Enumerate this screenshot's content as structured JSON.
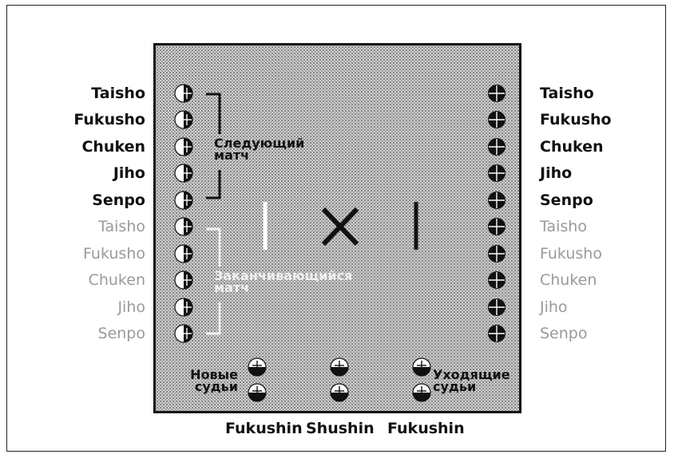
{
  "left_positions": [
    "Taisho",
    "Fukusho",
    "Chuken",
    "Jiho",
    "Senpo",
    "Taisho",
    "Fukusho",
    "Chuken",
    "Jiho",
    "Senpo"
  ],
  "right_positions": [
    "Taisho",
    "Fukusho",
    "Chuken",
    "Jiho",
    "Senpo",
    "Taisho",
    "Fukusho",
    "Chuken",
    "Jiho",
    "Senpo"
  ],
  "next_match": {
    "line1": "Следующий",
    "line2": "матч"
  },
  "finishing_match": {
    "line1": "Заканчивающийся",
    "line2": "матч"
  },
  "new_referees": {
    "line1": "Новые",
    "line2": "судьи"
  },
  "leaving_referees": {
    "line1": "Уходящие",
    "line2": "судьи"
  },
  "referee_roles": [
    "Fukushin",
    "Shushin",
    "Fukushin"
  ],
  "colors": {
    "next_match": "#111111",
    "finishing_match": "#9a9a9a",
    "white_team": "#ffffff",
    "red_team": "#111111"
  }
}
